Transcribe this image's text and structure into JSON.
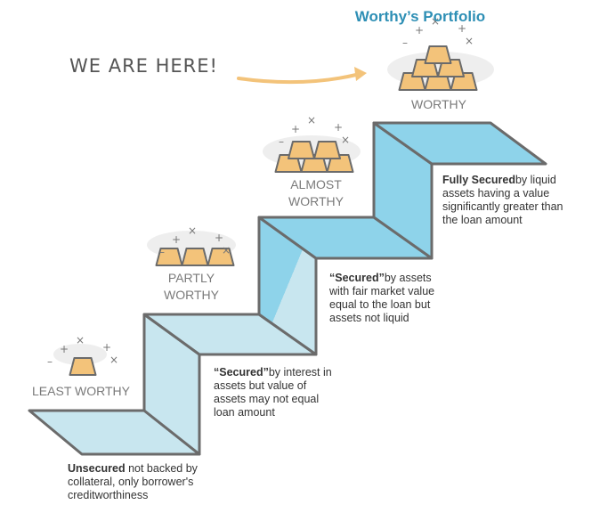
{
  "header": {
    "title": "Worthy’s Portfolio",
    "we_are_here": "WE ARE HERE!"
  },
  "colors": {
    "title": "#2e8fb5",
    "step_dark": "#8ed3ea",
    "step_light": "#c8e6ef",
    "outline": "#6b6b6b",
    "gold": "#f3c37a",
    "arrow": "#f3c37a"
  },
  "levels": [
    {
      "label_lines": [
        "LEAST WORTHY"
      ],
      "gold_bars": 1,
      "desc_bold": "Unsecured",
      "desc_rest": " not backed by collateral, only borrower's creditworthiness"
    },
    {
      "label_lines": [
        "PARTLY",
        "WORTHY"
      ],
      "gold_bars": 3,
      "desc_bold": "“Secured”",
      "desc_rest": "by interest in assets but value of assets may not equal loan amount"
    },
    {
      "label_lines": [
        "ALMOST",
        "WORTHY"
      ],
      "gold_bars": 5,
      "desc_bold": "“Secured”",
      "desc_rest": "by assets with fair market value equal to the loan but assets not liquid"
    },
    {
      "label_lines": [
        "WORTHY"
      ],
      "gold_bars": 6,
      "desc_bold": "Fully Secured",
      "desc_rest": "by liquid assets having a value significantly greater than the loan amount"
    }
  ]
}
